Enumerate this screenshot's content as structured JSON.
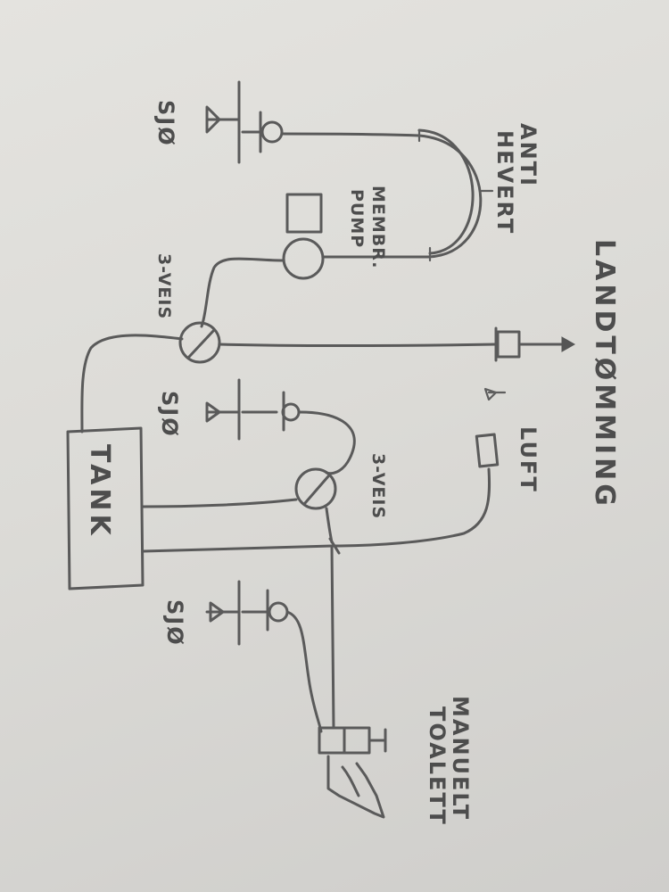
{
  "labels": {
    "landtomming": "LANDTØMMING",
    "anti_hevert_line1": "ANTI",
    "anti_hevert_line2": "HEVERT",
    "membranpump_line1": "MEMBR.",
    "membranpump_line2": "PUMP",
    "valve_top": "3-VEIS",
    "valve_middle": "3-VEIS",
    "sjo_top": "SJØ",
    "sjo_middle": "SJØ",
    "sjo_bottom": "SJØ",
    "luft": "LUFT",
    "tank": "TANK",
    "toilet_line1": "MANUELT",
    "toilet_line2": "TOALETT"
  }
}
